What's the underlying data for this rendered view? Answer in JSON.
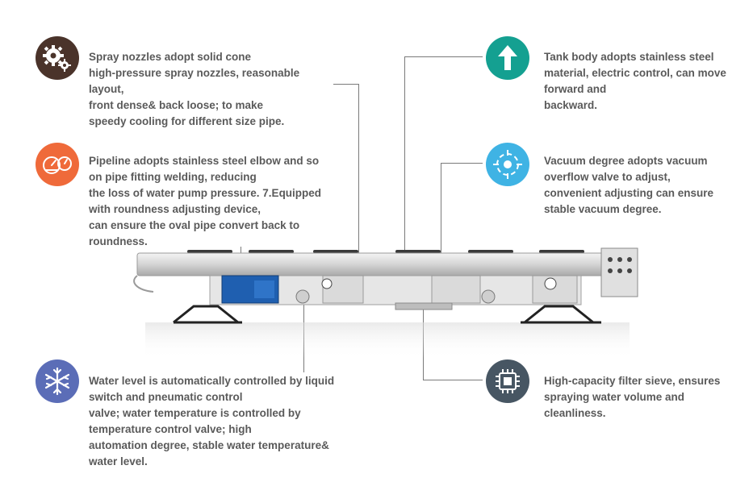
{
  "colors": {
    "icon_brown": "#4a332a",
    "icon_orange": "#ef6a3a",
    "icon_teal": "#14a091",
    "icon_skyblue": "#3fb3e4",
    "icon_purple": "#5b6db7",
    "icon_slate": "#475663",
    "text": "#5a5a5a",
    "line": "#7a7a7a"
  },
  "features": [
    {
      "icon": "gears-icon",
      "text": "Spray nozzles adopt solid cone\nhigh-pressure spray nozzles, reasonable\nlayout,\nfront dense& back loose; to make\nspeedy cooling for different size pipe."
    },
    {
      "icon": "gauges-icon",
      "text": "Pipeline adopts stainless steel elbow and so\non pipe fitting welding, reducing\nthe loss of water pump pressure. 7.Equipped\nwith roundness adjusting device,\ncan ensure the oval pipe convert back to\nroundness."
    },
    {
      "icon": "arrow-up-icon",
      "text": "Tank body adopts stainless steel\nmaterial, electric control, can move\nforward and\nbackward."
    },
    {
      "icon": "crosshair-icon",
      "text": "Vacuum degree adopts vacuum\noverflow valve to adjust,\nconvenient adjusting can ensure\nstable vacuum degree."
    },
    {
      "icon": "snowflake-icon",
      "text": "Water level is automatically controlled by liquid\nswitch and pneumatic control\nvalve; water temperature is controlled by\ntemperature control valve; high\nautomation degree, stable water temperature&\nwater level."
    },
    {
      "icon": "chip-icon",
      "text": "High-capacity filter sieve, ensures\nspraying water volume and\ncleanliness."
    }
  ]
}
